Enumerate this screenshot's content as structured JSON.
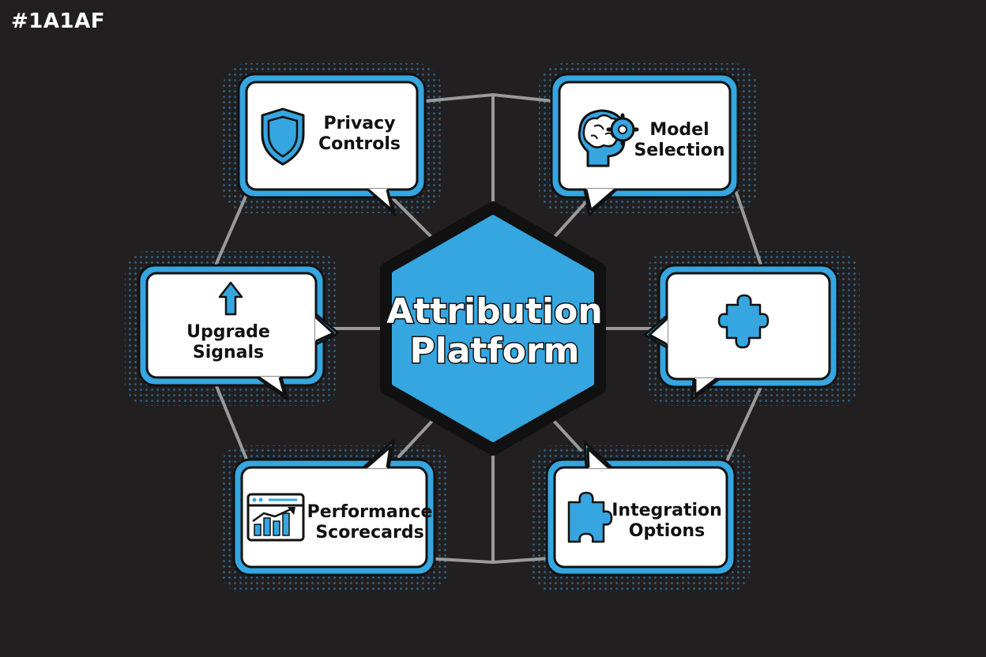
{
  "corner_tag": "#1A1AF",
  "hub": {
    "line1": "Attribution",
    "line2": "Platform"
  },
  "nodes": {
    "privacy_controls": {
      "line1": "Privacy",
      "line2": "Controls",
      "icon": "shield-icon"
    },
    "model_selection": {
      "line1": "Model",
      "line2": "Selection",
      "icon": "brain-gear-icon"
    },
    "upgrade_signals": {
      "line1": "Upgrade",
      "line2": "Signals",
      "icon": "arrow-up-icon"
    },
    "unlabeled_node": {
      "icon": "puzzle-piece-icon"
    },
    "performance_scorecards": {
      "line1": "Performance",
      "line2": "Scorecards",
      "icon": "chart-dashboard-icon"
    },
    "integration_options": {
      "line1": "Integration",
      "line2": "Options",
      "icon": "puzzle-piece-icon"
    }
  },
  "colors": {
    "background": "#221f20",
    "accent_blue": "#35a6e0",
    "card_fill": "#ffffff",
    "outline": "#111111",
    "connector": "#9a9a9a"
  }
}
